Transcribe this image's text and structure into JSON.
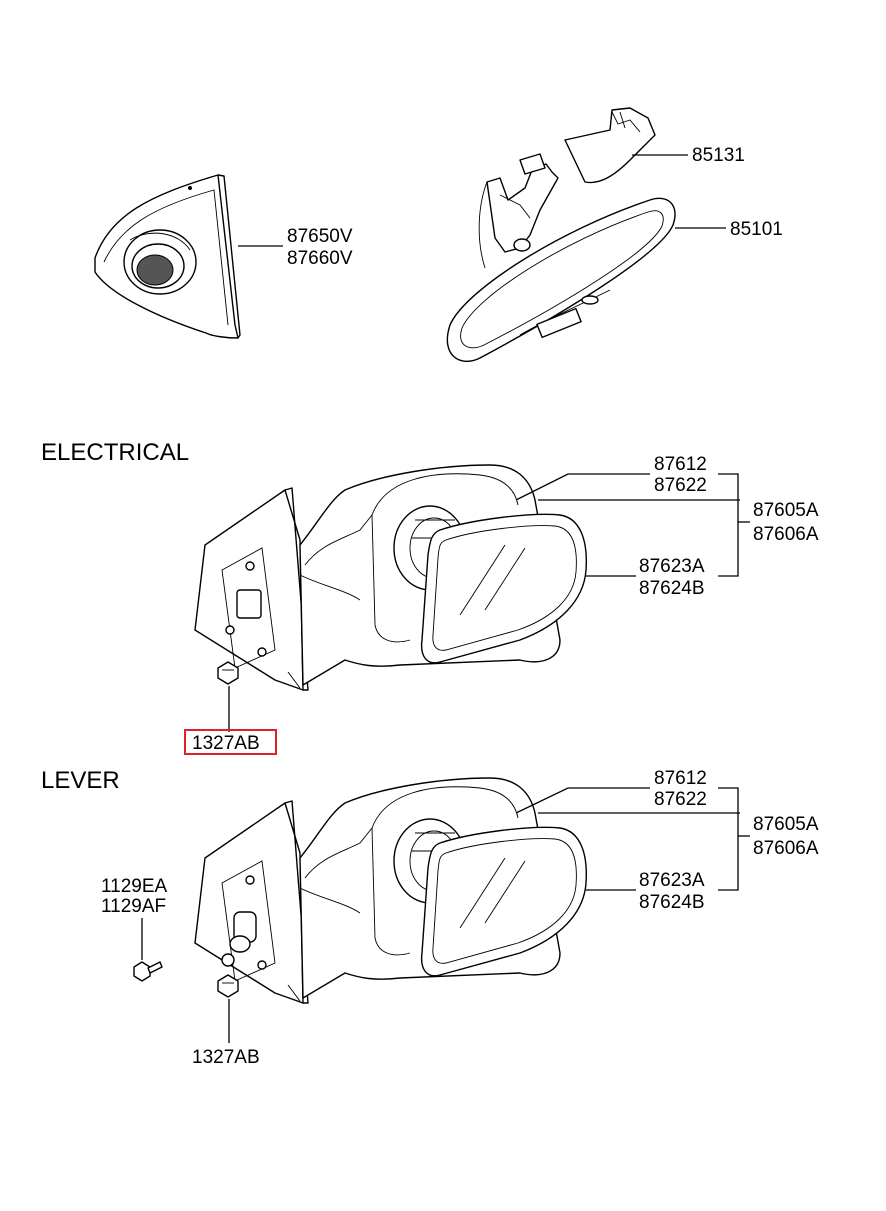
{
  "sections": {
    "electrical": "ELECTRICAL",
    "lever": "LEVER"
  },
  "top": {
    "tweeter_a": "87650V",
    "tweeter_b": "87660V",
    "cover": "85131",
    "inside_mirror": "85101"
  },
  "electrical": {
    "holder_a": "87612",
    "holder_b": "87622",
    "assy_a": "87605A",
    "assy_b": "87606A",
    "glass_a": "87623A",
    "glass_b": "87624B",
    "nut": "1327AB"
  },
  "lever": {
    "holder_a": "87612",
    "holder_b": "87622",
    "assy_a": "87605A",
    "assy_b": "87606A",
    "glass_a": "87623A",
    "glass_b": "87624B",
    "bolt_a": "1129EA",
    "bolt_b": "1129AF",
    "nut": "1327AB"
  },
  "highlight_color": "#e0202a"
}
